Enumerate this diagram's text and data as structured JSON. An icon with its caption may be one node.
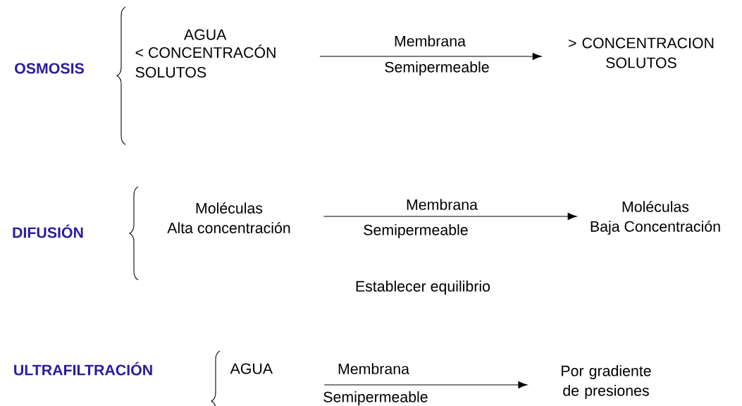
{
  "diagram": {
    "nodes": [
      {
        "text": [
          "AGUA",
          "< CONCENTRACÓN SOLUTOS"
        ]
      },
      {
        "text": [
          "> CONCENTRACION SOLUTOS"
        ]
      },
      {
        "text": [
          "Moléculas",
          "Alta concentración"
        ]
      },
      {
        "text": [
          "Moléculas",
          "Baja Concentración"
        ]
      },
      {
        "text": [
          "AGUA"
        ]
      },
      {
        "text": [
          "Por gradiente de presiones"
        ]
      }
    ],
    "edges": [
      {
        "from": 0,
        "to": 1,
        "arrow": "to",
        "label": "Membrana"
      },
      {
        "from": 2,
        "to": 3,
        "arrow": "to",
        "label": "Membrana"
      },
      {
        "from": 4,
        "to": 5,
        "arrow": "to",
        "label": "Membrana"
      }
    ],
    "labels": [
      "OSMOSIS",
      "Semipermeable",
      "DIFUSIÓN",
      "Semipermeable",
      "Establecer equilibrio",
      "ULTRAFILTRACIÓN",
      "Semipermeable"
    ]
  }
}
